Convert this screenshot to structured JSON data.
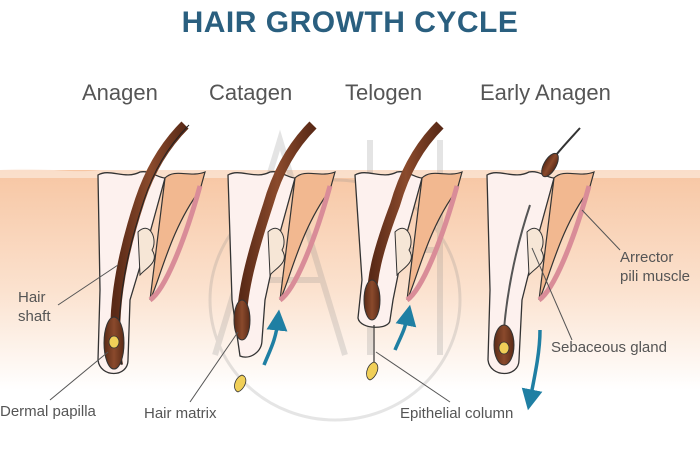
{
  "title": "HAIR GROWTH CYCLE",
  "stages": [
    {
      "label": "Anagen"
    },
    {
      "label": "Catagen"
    },
    {
      "label": "Telogen"
    },
    {
      "label": "Early Anagen"
    }
  ],
  "labels": {
    "hair_shaft_line1": "Hair",
    "hair_shaft_line2": "shaft",
    "dermal_papilla": "Dermal papilla",
    "hair_matrix": "Hair matrix",
    "epithelial_column": "Epithelial column",
    "arrector_line1": "Arrector",
    "arrector_line2": "pili muscle",
    "sebaceous_gland": "Sebaceous gland"
  },
  "watermark": "AH",
  "colors": {
    "title": "#2a5f7f",
    "skin_top": "#f7c6a3",
    "hair": "#7a3f25",
    "papilla": "#f0cf58",
    "arrow": "#1f7fa3",
    "muscle": "#d98c98",
    "gland": "#f6e6d6",
    "text": "#555555"
  },
  "arrows": [
    {
      "stage": "Catagen",
      "direction": "up"
    },
    {
      "stage": "Telogen",
      "direction": "up"
    },
    {
      "stage": "Early Anagen",
      "direction": "down"
    }
  ]
}
